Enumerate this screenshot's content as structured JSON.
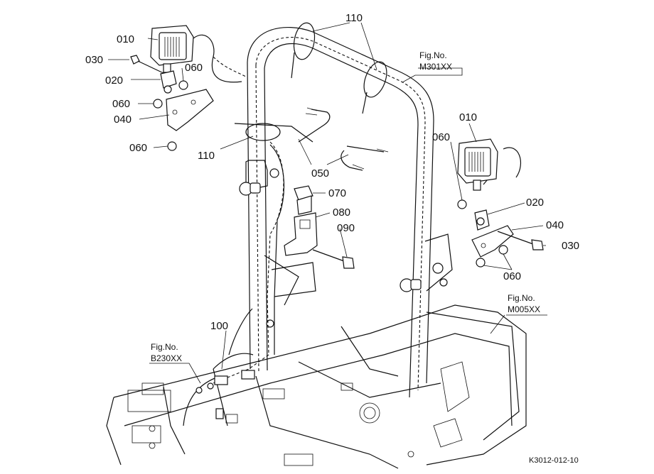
{
  "diagram": {
    "callouts": {
      "c010_left": "010",
      "c030_left": "030",
      "c060_left_a": "060",
      "c020_left": "020",
      "c060_left_b": "060",
      "c040_left": "040",
      "c060_left_c": "060",
      "c110_top": "110",
      "c110_mid": "110",
      "c050": "050",
      "c070": "070",
      "c080": "080",
      "c090": "090",
      "c010_right": "010",
      "c060_right_a": "060",
      "c020_right": "020",
      "c040_right": "040",
      "c030_right": "030",
      "c060_right_b": "060",
      "c100": "100"
    },
    "fig_refs": {
      "m301_label": "Fig.No.",
      "m301_code": "M301XX",
      "m005_label": "Fig.No.",
      "m005_code": "M005XX",
      "b230_label": "Fig.No.",
      "b230_code": "B230XX"
    },
    "drawing_code": "K3012-012-10"
  }
}
